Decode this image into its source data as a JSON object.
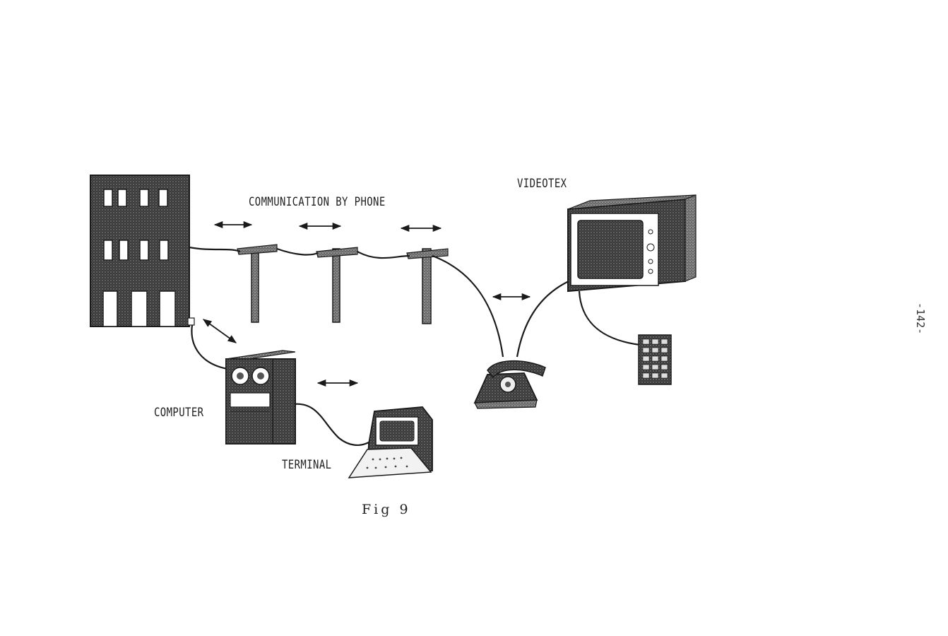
{
  "labels": {
    "communication": "COMMUNICATION BY PHONE",
    "videotex": "VIDEOTEX",
    "computer": "COMPUTER",
    "terminal": "TERMINAL"
  },
  "caption": "Fig 9",
  "page_number": "-142-",
  "colors": {
    "ink": "#1a1a1a",
    "shade": "#5a5a5a",
    "paper": "#ffffff"
  }
}
